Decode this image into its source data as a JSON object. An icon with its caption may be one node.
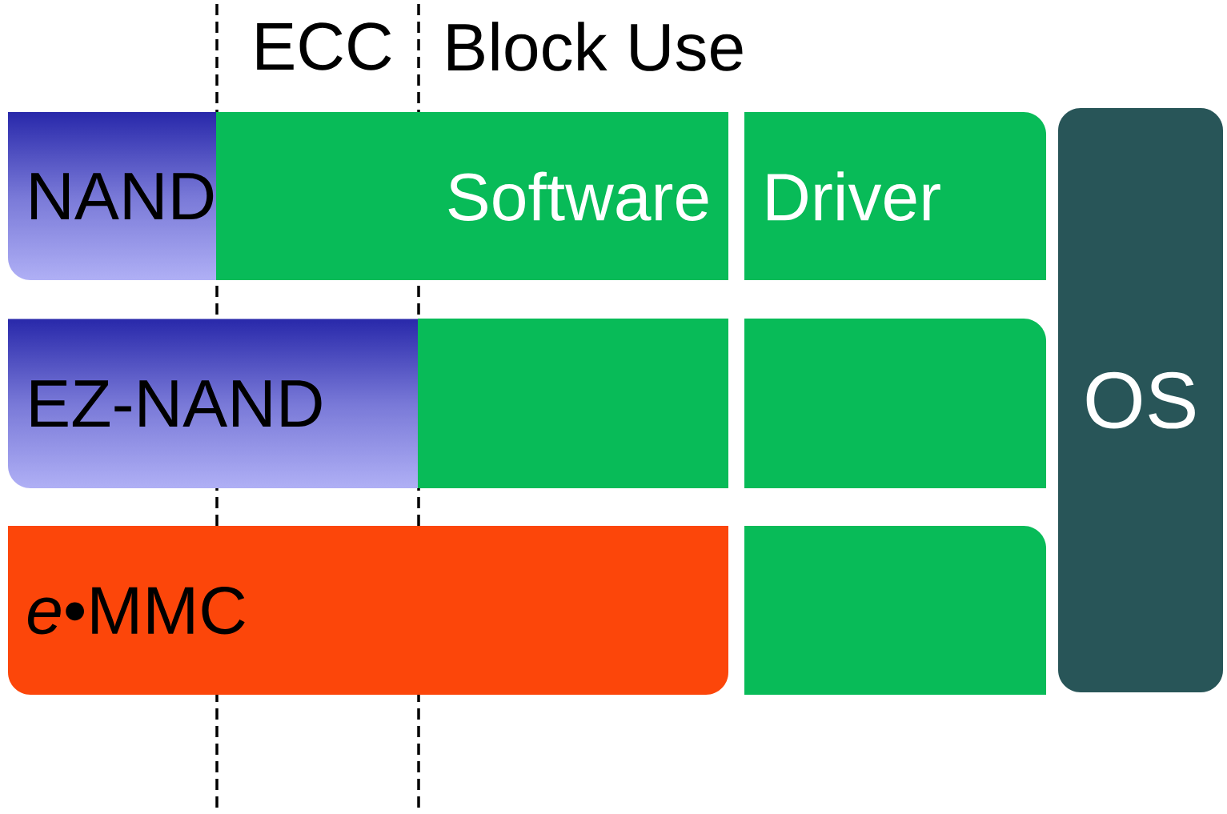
{
  "diagram": {
    "nodes": [
      {
        "text": [
          "NAND"
        ]
      },
      {
        "text": [
          "Software"
        ]
      },
      {
        "text": [
          "Driver"
        ]
      },
      {
        "text": [
          "OS"
        ]
      },
      {
        "text": [
          "EZ-NAND"
        ]
      },
      {
        "text": [],
        "shape": "box"
      },
      {
        "text": [],
        "shape": "box"
      },
      {
        "text": [
          "*e*•MMC"
        ]
      },
      {
        "text": [],
        "shape": "box"
      }
    ],
    "labels": [
      "ECC",
      "Block Use"
    ]
  }
}
